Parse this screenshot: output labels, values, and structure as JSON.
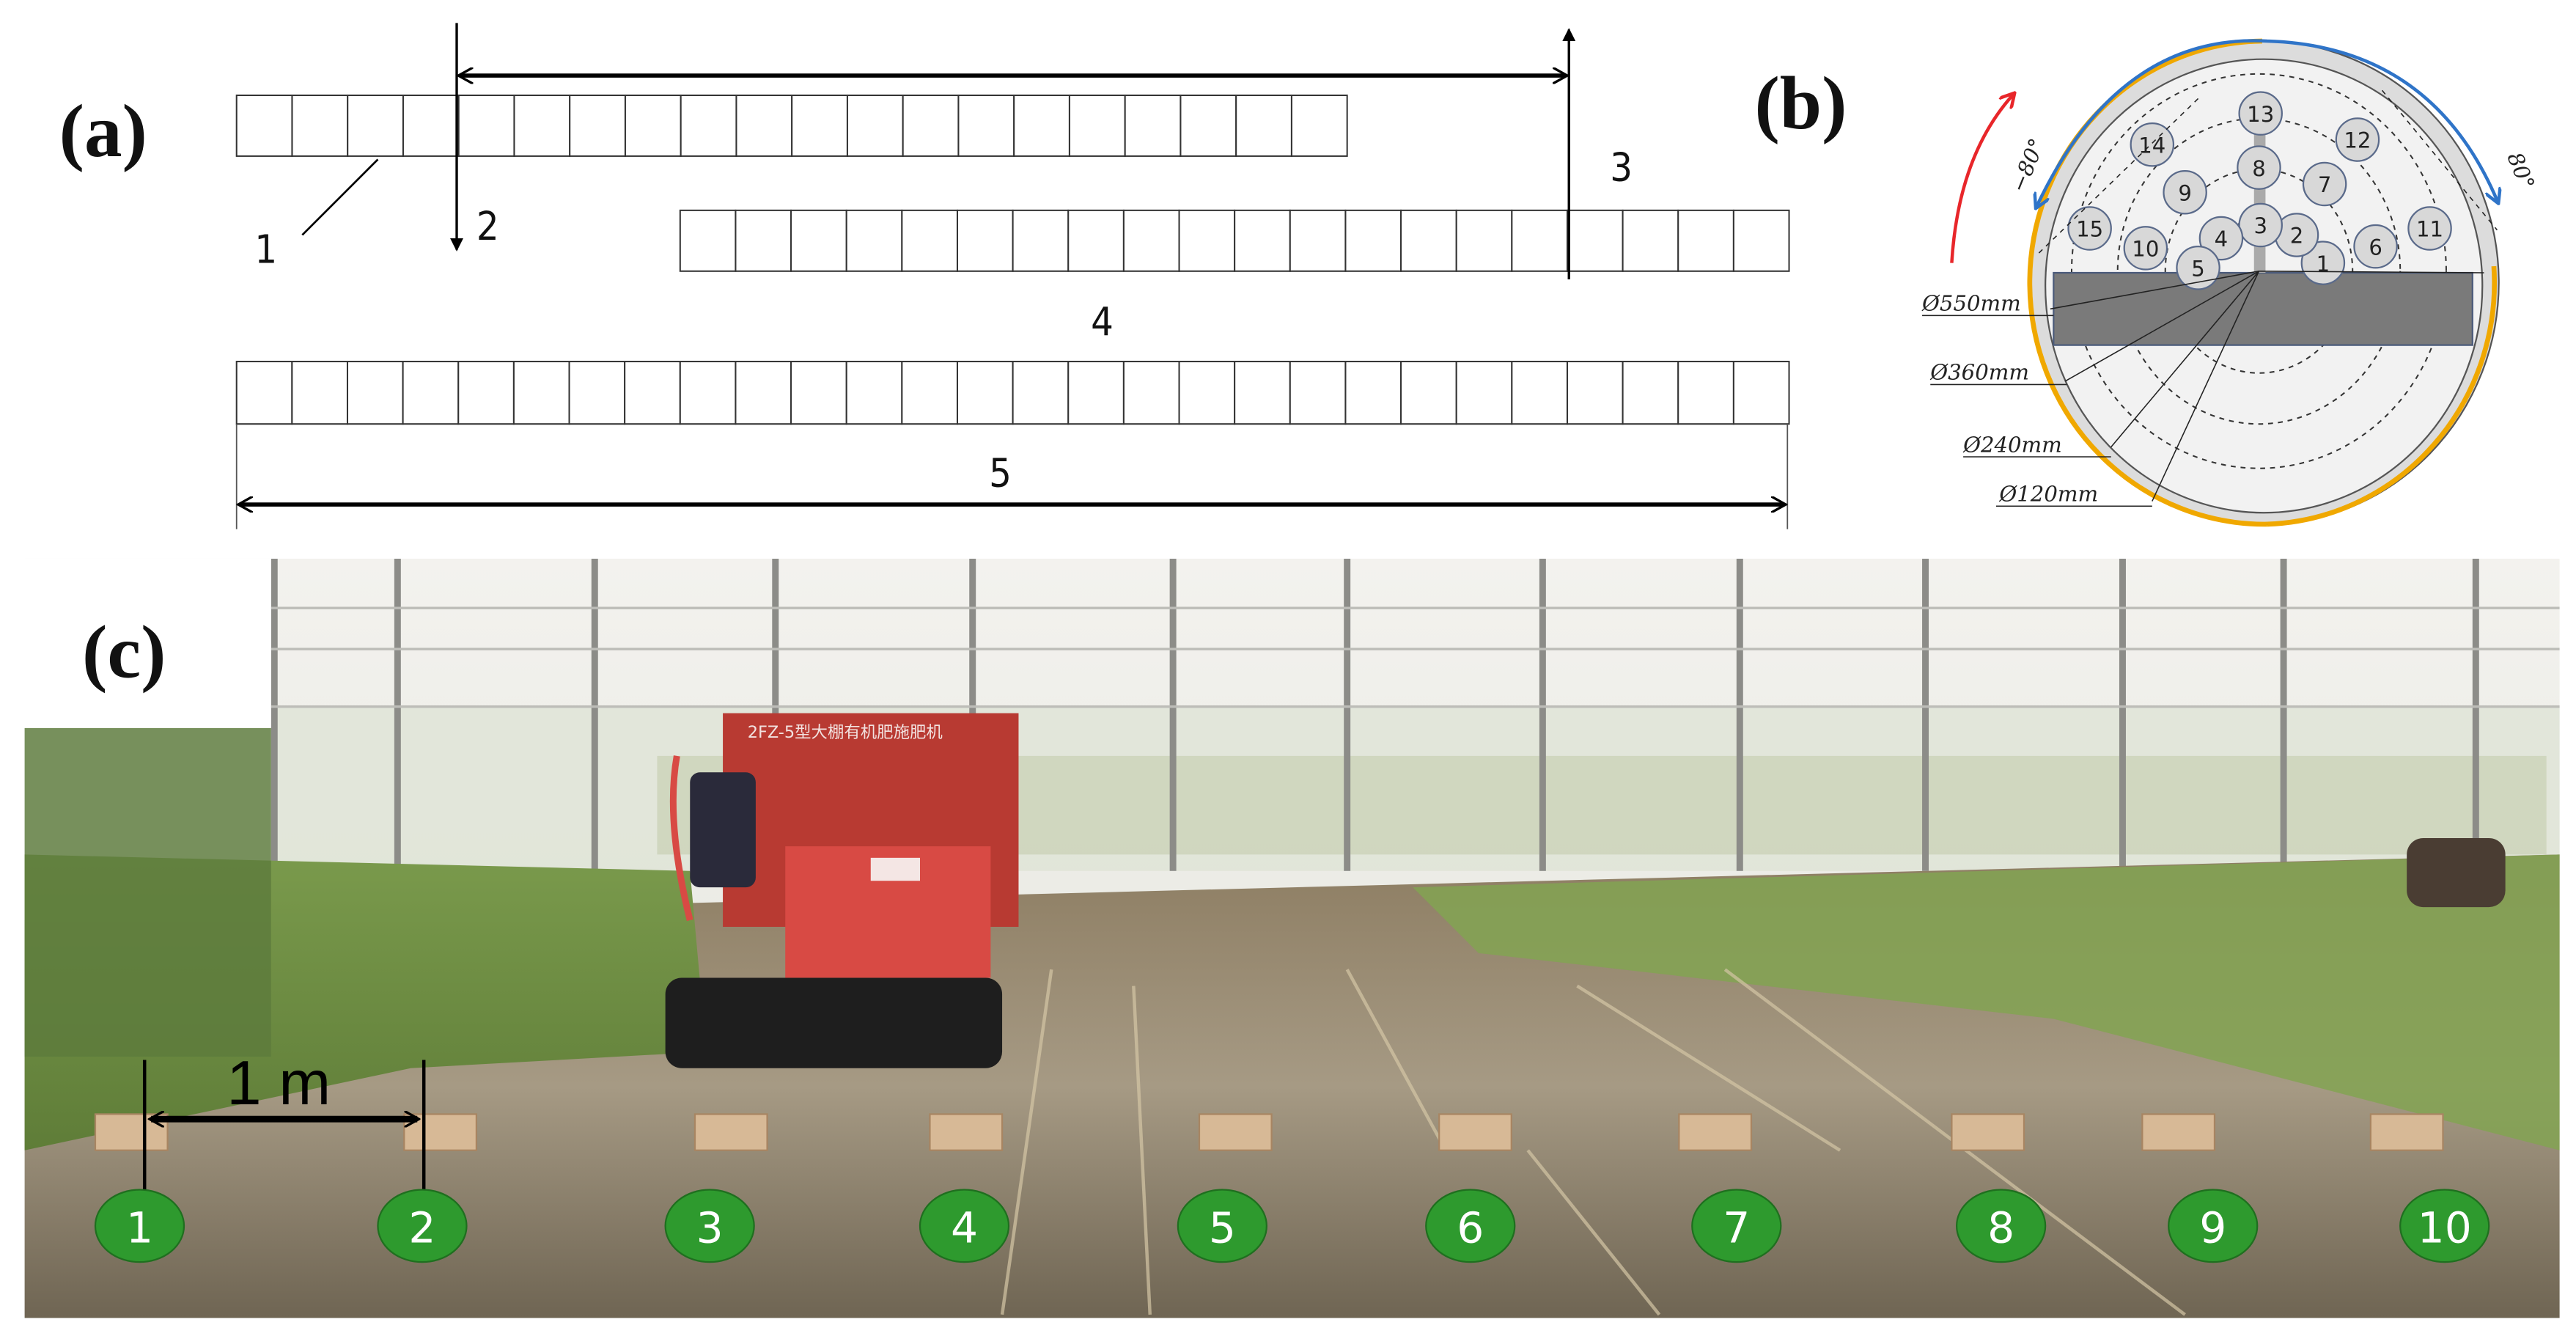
{
  "panel_a": {
    "label": "(a)",
    "callouts": [
      "1",
      "2",
      "3",
      "4",
      "5"
    ],
    "row_cells": [
      20,
      20,
      28
    ]
  },
  "panel_b": {
    "label": "(b)",
    "angle_left": "−80°",
    "angle_right": "80°",
    "diameters": [
      "Ø550mm",
      "Ø360mm",
      "Ø240mm",
      "Ø120mm"
    ],
    "positions": [
      "1",
      "2",
      "3",
      "4",
      "5",
      "6",
      "7",
      "8",
      "9",
      "10",
      "11",
      "12",
      "13",
      "14",
      "15"
    ],
    "colors": {
      "left_arrow": "#e8262a",
      "right_arrow": "#2f74c8",
      "rim": "#f0a800",
      "band": "#7a7a7a"
    }
  },
  "panel_c": {
    "label": "(c)",
    "machine_text": "2FZ-5型大棚有机肥施肥机",
    "scale_label": "1 m",
    "sampling_points": [
      "1",
      "2",
      "3",
      "4",
      "5",
      "6",
      "7",
      "8",
      "9",
      "10"
    ],
    "marker_color": "#2e9a2e"
  }
}
